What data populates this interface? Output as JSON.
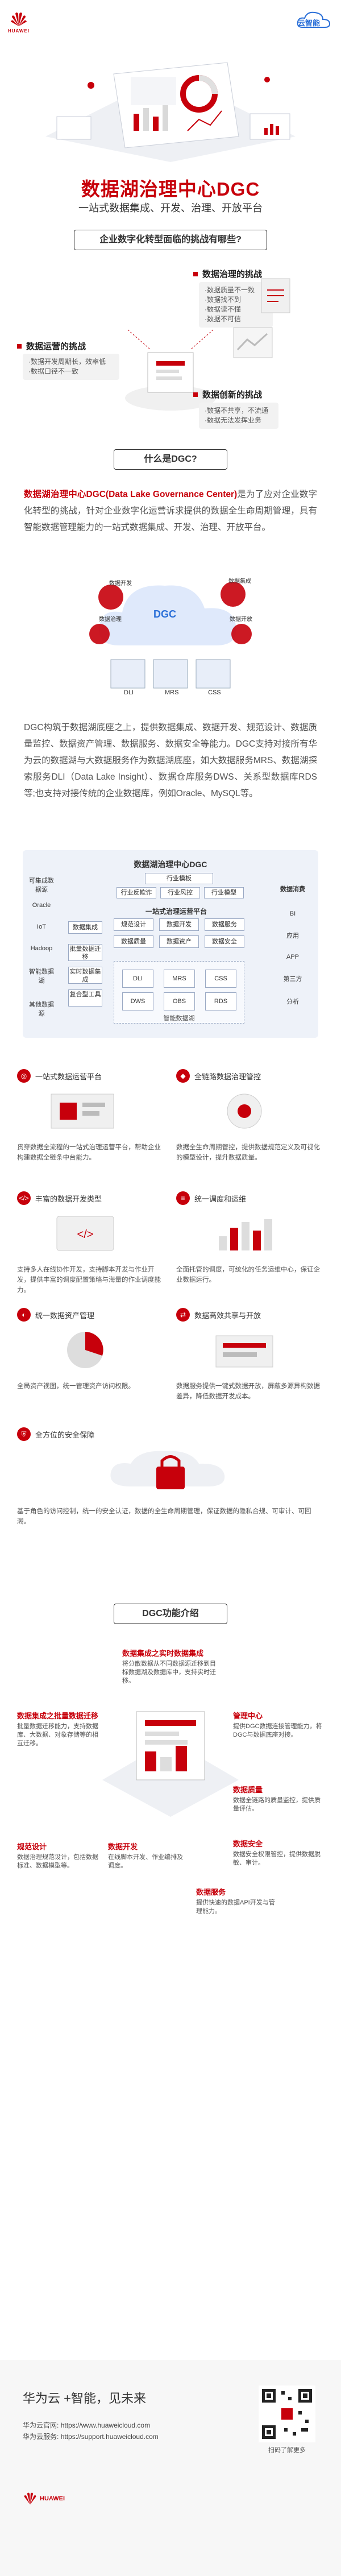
{
  "header": {
    "huawei_label": "HUAWEI",
    "cloud_label": "云智能"
  },
  "title": {
    "main": "数据湖治理中心DGC",
    "sub": "一站式数据集成、开发、治理、开放平台"
  },
  "challenges": {
    "question": "企业数字化转型面临的挑战有哪些?",
    "governance": {
      "title": "数据治理的挑战",
      "items": [
        "·数据质量不一致",
        "·数据找不到",
        "·数据读不懂",
        "·数据不可信"
      ]
    },
    "operation": {
      "title": "数据运营的挑战",
      "items": [
        "·数据开发周期长，效率低",
        "·数据口径不一致"
      ]
    },
    "innovation": {
      "title": "数据创新的挑战",
      "items": [
        "·数据不共享，不流通",
        "·数据无法发挥业务"
      ]
    }
  },
  "what": {
    "question": "什么是DGC?",
    "para_highlight": "数据湖治理中心DGC(Data Lake Governance Center)",
    "para_rest": "是为了应对企业数字化转型的挑战，针对企业数字化运营诉求提供的数据全生命周期管理，具有智能数据管理能力的一站式数据集成、开发、治理、开放平台。",
    "diagram_labels": [
      "数据开发",
      "数据集成",
      "数据治理",
      "数据开放",
      "DGC",
      "DLI",
      "MRS",
      "CSS"
    ],
    "body": "DGC构筑于数据湖底座之上，提供数据集成、数据开发、规范设计、数据质量监控、数据资产管理、数据服务、数据安全等能力。DGC支持对接所有华为云的数据湖与大数据服务作为数据湖底座，如大数据服务MRS、数据湖探索服务DLI（Data Lake Insight）、数据仓库服务DWS、关系型数据库RDS等;也支持对接传统的企业数据库，例如Oracle、MySQL等。"
  },
  "architecture": {
    "title": "数据湖治理中心DGC",
    "left_sources": [
      "可集成数据源",
      "Oracle",
      "IoT",
      "Hadoop",
      "智能数据湖",
      "其他数据源"
    ],
    "row_top": [
      "行业模板"
    ],
    "row_industry": [
      "行业反欺诈",
      "行业风控",
      "行业模型"
    ],
    "platform": "一站式治理运营平台",
    "platform_items": [
      "规范设计",
      "数据开发",
      "数据服务",
      "数据质量",
      "数据资产",
      "数据安全"
    ],
    "left_tools": [
      "数据集成",
      "批量数据迁移",
      "实时数据集成",
      "复合型工具"
    ],
    "storage": [
      "DLI",
      "MRS",
      "CSS",
      "DWS",
      "OBS",
      "RDS"
    ],
    "storage_caption": "智能数据湖",
    "right_consumers": [
      "数据消费",
      "BI",
      "应用",
      "APP",
      "第三方",
      "分析"
    ]
  },
  "features": [
    {
      "title": "一站式数据运营平台",
      "text": "贯穿数据全流程的一站式治理运营平台，帮助企业构建数据全链条中台能力。"
    },
    {
      "title": "全链路数据治理管控",
      "text": "数据全生命周期管控，提供数据规范定义及可视化的模型设计，提升数据质量。"
    },
    {
      "title": "丰富的数据开发类型",
      "text": "支持多人在线协作开发，支持脚本开发与作业开发，提供丰富的调度配置策略与海量的作业调度能力。"
    },
    {
      "title": "统一调度和运维",
      "text": "全面托管的调度，可统化的任务运维中心，保证企业数据运行。"
    },
    {
      "title": "统一数据资产管理",
      "text": "全局资产视图，统一管理资产访问权限。"
    },
    {
      "title": "数据高效共享与开放",
      "text": "数据服务提供一键式数据开放，屏蔽多源异构数据差异，降低数据开发成本。"
    },
    {
      "title": "全方位的安全保障",
      "text": "基于角色的访问控制，统一的安全认证，数据的全生命周期管理，保证数据的隐私合规、可审计、可回溯。"
    }
  ],
  "intro": {
    "title": "DGC功能介绍",
    "items": [
      {
        "title": "数据集成之实时数据集成",
        "text": "将分散数据从不同数据源迁移到目标数据湖及数据库中，支持实时迁移。"
      },
      {
        "title": "数据集成之批量数据迁移",
        "text": "批量数据迁移能力，支持数据库、大数据、对象存储等的相互迁移。"
      },
      {
        "title": "管理中心",
        "text": "提供DGC数据连接管理能力，将DGC与数据底座对接。"
      },
      {
        "title": "规范设计",
        "text": "数据治理规范设计，包括数据标准、数据模型等。"
      },
      {
        "title": "数据质量",
        "text": "数据全链路的质量监控，提供质量评估。"
      },
      {
        "title": "数据开发",
        "text": "在线脚本开发、作业编排及调度。"
      },
      {
        "title": "数据安全",
        "text": "数据安全权限管控，提供数据脱敏、审计。"
      },
      {
        "title": "数据服务",
        "text": "提供快速的数据API开发与管理能力。"
      }
    ]
  },
  "footer": {
    "slogan": "华为云 +智能，见未来",
    "website_label": "华为云官网:",
    "website": "https://www.huaweicloud.com",
    "support_label": "华为云服务:",
    "support": "https://support.huaweicloud.com",
    "qr_caption": "扫码了解更多",
    "brand": "HUAWEI"
  },
  "colors": {
    "accent": "#c7000b",
    "blue": "#2a6fd8",
    "grey": "#f2f2f2"
  }
}
